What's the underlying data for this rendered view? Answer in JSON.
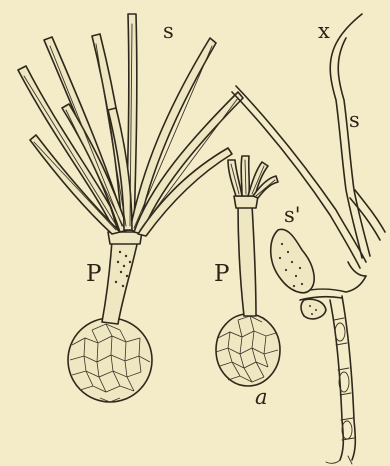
{
  "labels": {
    "s_top": "s",
    "x": "x",
    "s_right": "s",
    "s_prime": "s'",
    "p_left": "P",
    "p_mid": "P",
    "a": "a"
  }
}
